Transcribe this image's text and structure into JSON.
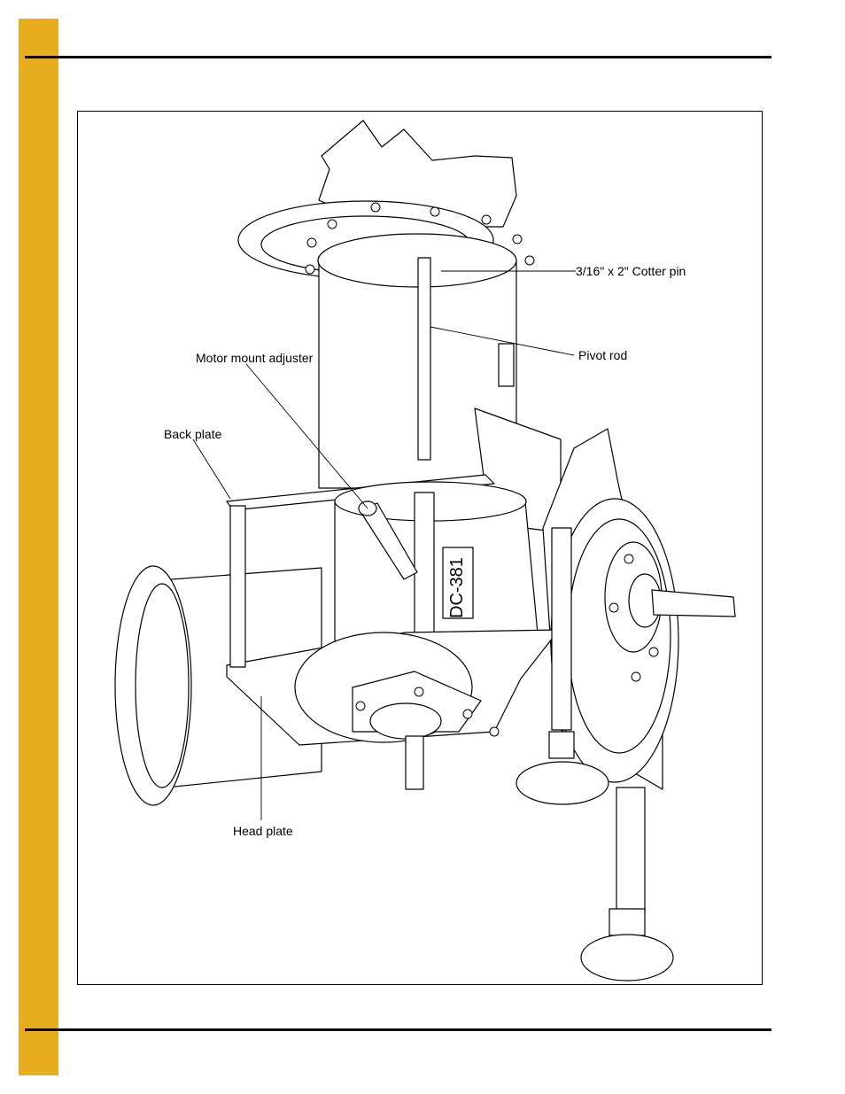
{
  "page": {
    "accent_color": "#e8ac1f"
  },
  "figure": {
    "callouts": {
      "cotter_pin": "3/16\" x 2\" Cotter pin",
      "pivot_rod": "Pivot rod",
      "motor_mount_adjuster": "Motor mount adjuster",
      "back_plate": "Back plate",
      "head_plate": "Head plate"
    },
    "motor_label": "DC-381"
  }
}
